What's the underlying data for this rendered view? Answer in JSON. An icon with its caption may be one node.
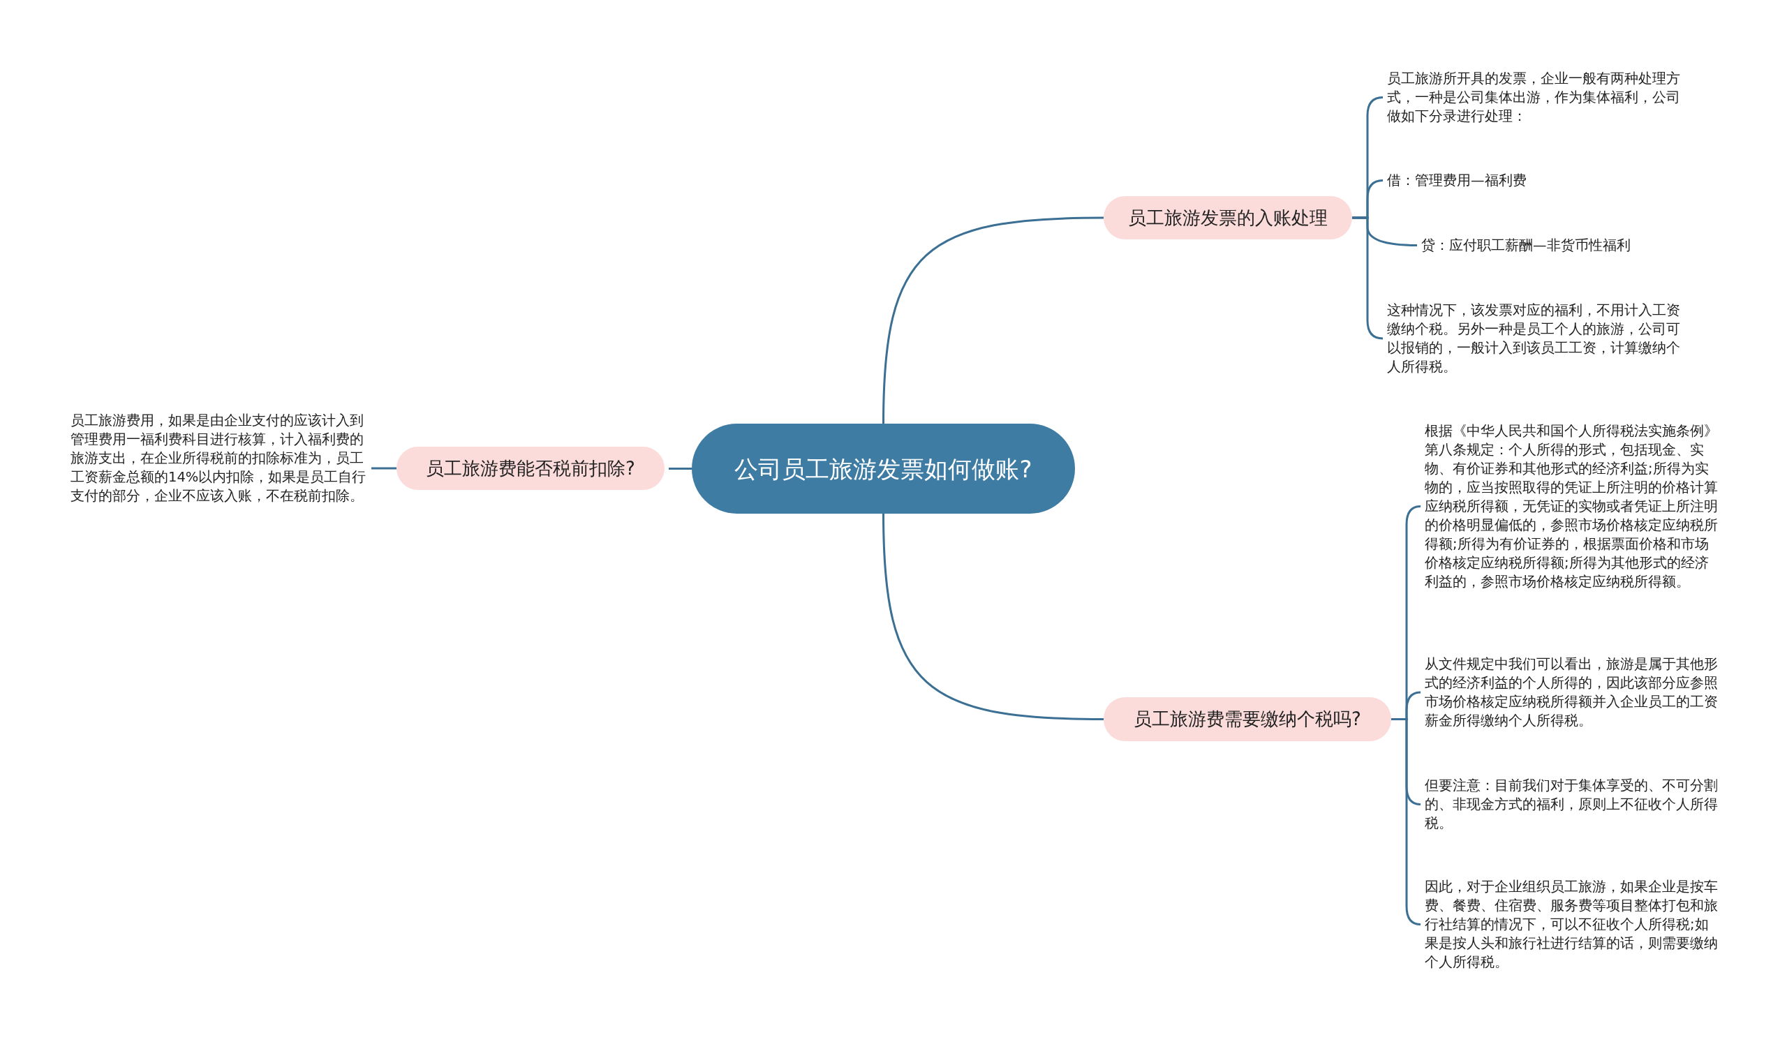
{
  "diagram": {
    "nodes": [
      {
        "text": [
          "公司员工旅游发票如何做账?"
        ]
      },
      {
        "text": [
          "员工旅游发票的入账处理"
        ]
      },
      {
        "text": [
          "员工旅游所开具的发票，企业一般有两种处理方式，一种是公司集体出游，作为集体福利，公司做如下分录进行处理："
        ]
      },
      {
        "text": [
          "借：管理费用—福利费"
        ]
      },
      {
        "text": [
          "贷：应付职工薪酬—非货币性福利"
        ]
      },
      {
        "text": [
          "这种情况下，该发票对应的福利，不用计入工资缴纳个税。另外一种是员工个人的旅游，公司可以报销的，一般计入到该员工工资，计算缴纳个人所得税。"
        ]
      },
      {
        "text": [
          "员工旅游费需要缴纳个税吗?"
        ]
      },
      {
        "text": [
          "根据《中华人民共和国个人所得税法实施条例》第八条规定：个人所得的形式，包括现金、实物、有价证券和其他形式的经济利益;所得为实物的，应当按照取得的凭证上所注明的价格计算应纳税所得额，无凭证的实物或者凭证上所注明的价格明显偏低的，参照市场价格核定应纳税所得额;所得为有价证券的，根据票面价格和市场价格核定应纳税所得额;所得为其他形式的经济利益的，参照市场价格核定应纳税所得额。"
        ]
      },
      {
        "text": [
          "从文件规定中我们可以看出，旅游是属于其他形式的经济利益的个人所得的，因此该部分应参照市场价格核定应纳税所得额并入企业员工的工资薪金所得缴纳个人所得税。"
        ]
      },
      {
        "text": [
          "但要注意：目前我们对于集体享受的、不可分割的、非现金方式的福利，原则上不征收个人所得税。"
        ]
      },
      {
        "text": [
          "因此，对于企业组织员工旅游，如果企业是按车费、餐费、住宿费、服务费等项目整体打包和旅行社结算的情况下，可以不征收个人所得税;如果是按人头和旅行社进行结算的话，则需要缴纳个人所得税。"
        ]
      },
      {
        "text": [
          "员工旅游费能否税前扣除?"
        ]
      },
      {
        "text": [
          "员工旅游费用，如果是由企业支付的应该计入到管理费用一福利费科目进行核算，计入福利费的旅游支出，在企业所得税前的扣除标准为，员工工资薪金总额的14%以内扣除，如果是员工自行支付的部分，企业不应该入账，不在税前扣除。"
        ]
      }
    ],
    "edges": [
      {
        "from": 0,
        "to": 1,
        "arrow": "none"
      },
      {
        "from": 1,
        "to": 2,
        "arrow": "none"
      },
      {
        "from": 1,
        "to": 3,
        "arrow": "none"
      },
      {
        "from": 1,
        "to": 4,
        "arrow": "none"
      },
      {
        "from": 1,
        "to": 5,
        "arrow": "none"
      },
      {
        "from": 0,
        "to": 6,
        "arrow": "none"
      },
      {
        "from": 6,
        "to": 7,
        "arrow": "none"
      },
      {
        "from": 6,
        "to": 8,
        "arrow": "none"
      },
      {
        "from": 6,
        "to": 9,
        "arrow": "none"
      },
      {
        "from": 6,
        "to": 10,
        "arrow": "none"
      },
      {
        "from": 0,
        "to": 11,
        "arrow": "none"
      },
      {
        "from": 11,
        "to": 12,
        "arrow": "none"
      }
    ]
  }
}
